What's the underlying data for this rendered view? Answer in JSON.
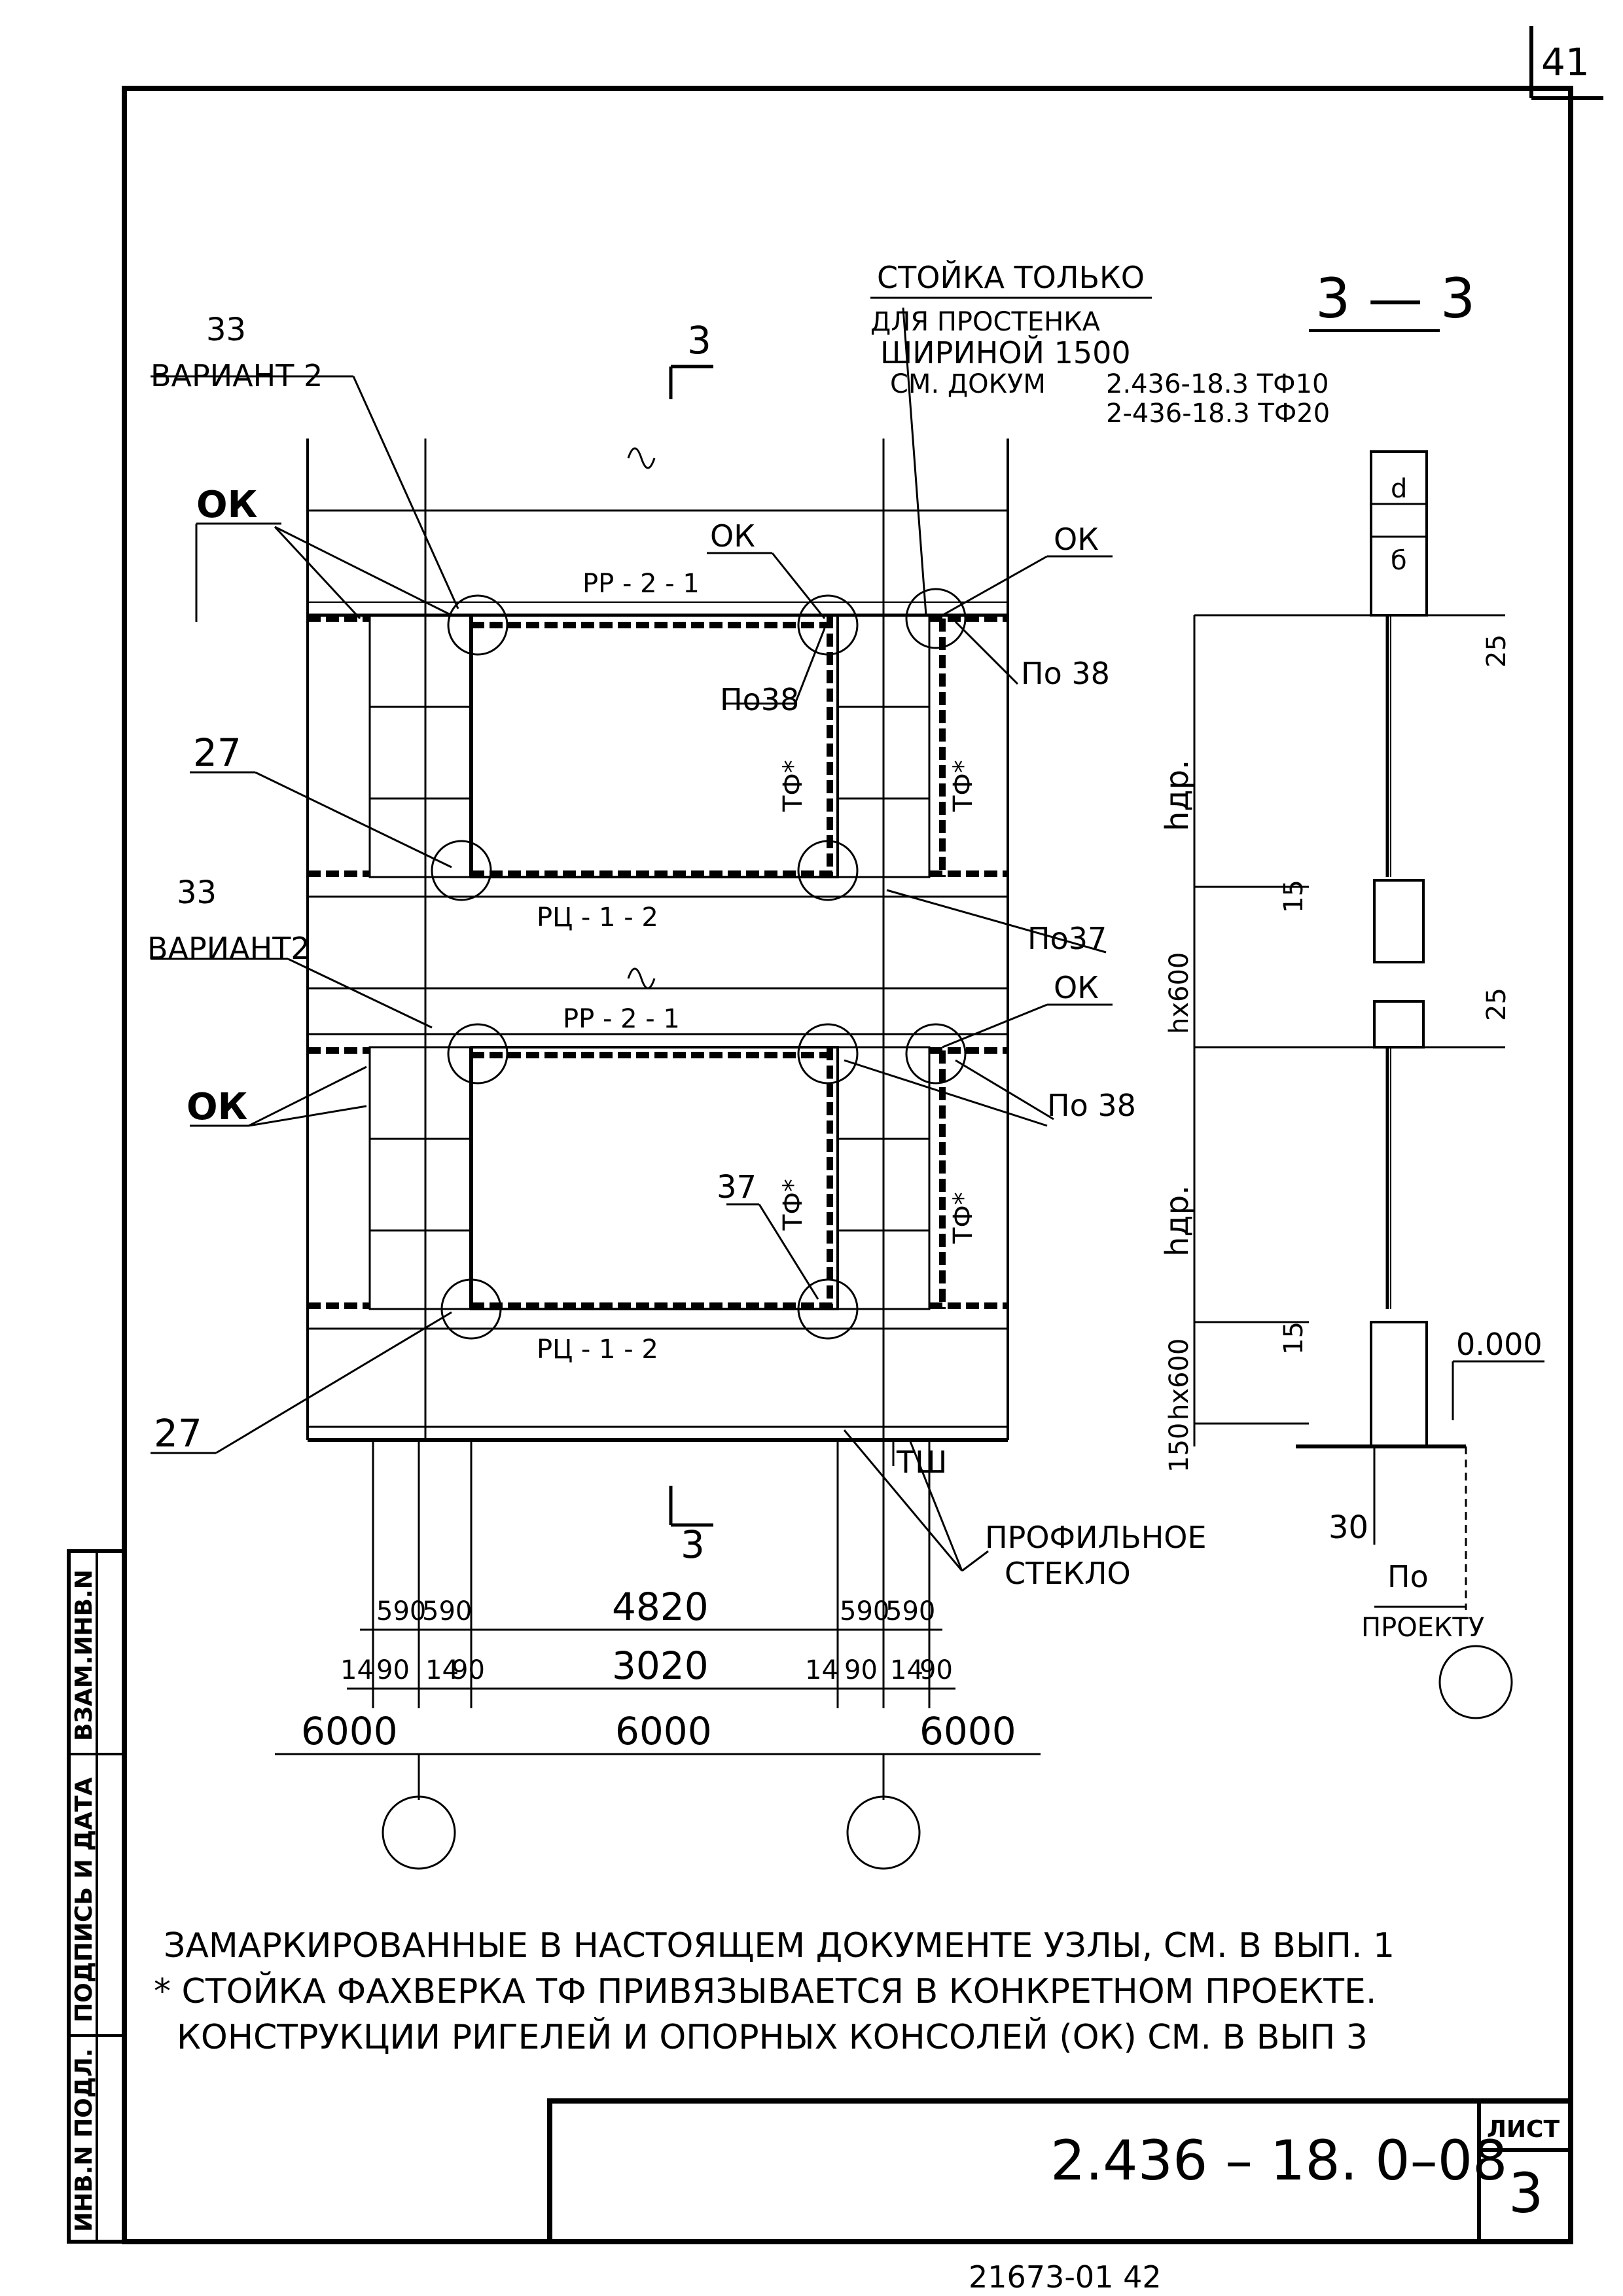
{
  "page_number": "41",
  "bottom_stamp": "21673-01    42",
  "section_label": "3 — 3",
  "cut_marker": "3",
  "stojka_note": {
    "line1": "СТОЙКА ТОЛЬКО",
    "line2": "ДЛЯ ПРОСТЕНКА",
    "line3": "ШИРИНОЙ 1500",
    "line4": "СМ. ДОКУМ",
    "ref1": "2.436-18.3 ТФ10",
    "ref2": "2-436-18.3 ТФ20"
  },
  "callouts": {
    "c33_top": "33",
    "var2_top": "ВАРИАНТ 2",
    "ok_left_top": "ОК",
    "ok_mid_top": "ОК",
    "ok_right_top": "ОК",
    "po38_left": "По38",
    "po38_right_top": "По 38",
    "c27_top": "27",
    "c33_mid": "33",
    "var2_mid": "ВАРИАНТ2",
    "po37": "По37",
    "ok_right_bottom": "ОК",
    "ok_left_bottom": "ОК",
    "po38_right_bottom": "По 38",
    "c37": "37",
    "c27_bottom": "27",
    "tsh": "ТШ",
    "profile_glass_1": "ПРОФИЛЬНОЕ",
    "profile_glass_2": "СТЕКЛО"
  },
  "elements": {
    "rr_top": "РР - 2 - 1",
    "rc_top": "РЦ - 1 - 2",
    "rr_bottom": "РР - 2 - 1",
    "rc_bottom": "РЦ - 1 - 2",
    "tf": "ТФ*"
  },
  "dimensions": {
    "row1": [
      "590",
      "590",
      "4820",
      "590",
      "590"
    ],
    "row2": [
      "14",
      "90",
      "14",
      "90",
      "3020",
      "14",
      "90",
      "14",
      "90"
    ],
    "row3": [
      "6000",
      "6000",
      "6000"
    ]
  },
  "section_dims": {
    "d25_top": "25",
    "h_top": "hдр.",
    "d15_top": "15",
    "n600": "hx600",
    "d25_mid": "25",
    "h_bottom": "hдр.",
    "d15_bottom": "15",
    "n600_bottom": "hx600",
    "d150": "150",
    "level": "0.000",
    "d30": "30",
    "po_proektu_1": "По",
    "po_proektu_2": "ПРОЕКТУ",
    "mark_top_1": "d",
    "mark_top_2": "б"
  },
  "notes": {
    "line1": "ЗАМАРКИРОВАННЫЕ В НАСТОЯЩЕМ ДОКУМЕНТЕ УЗЛЫ, СМ. В ВЫП. 1",
    "line2": "* СТОЙКА ФАХВЕРКА ТФ ПРИВЯЗЫВАЕТСЯ В КОНКРЕТНОМ ПРОЕКТЕ.",
    "line3": "КОНСТРУКЦИИ РИГЕЛЕЙ И ОПОРНЫХ КОНСОЛЕЙ (ОК) СМ. В ВЫП 3"
  },
  "side_stamp": {
    "col1": "ИНВ.N ПОДЛ.",
    "col2": "ПОДПИСЬ И ДАТА",
    "col3": "ВЗАМ.ИНВ.N"
  },
  "title_block": {
    "code": "2.436 – 18.  0–08",
    "sheet_label": "ЛИСТ",
    "sheet_number": "3"
  }
}
